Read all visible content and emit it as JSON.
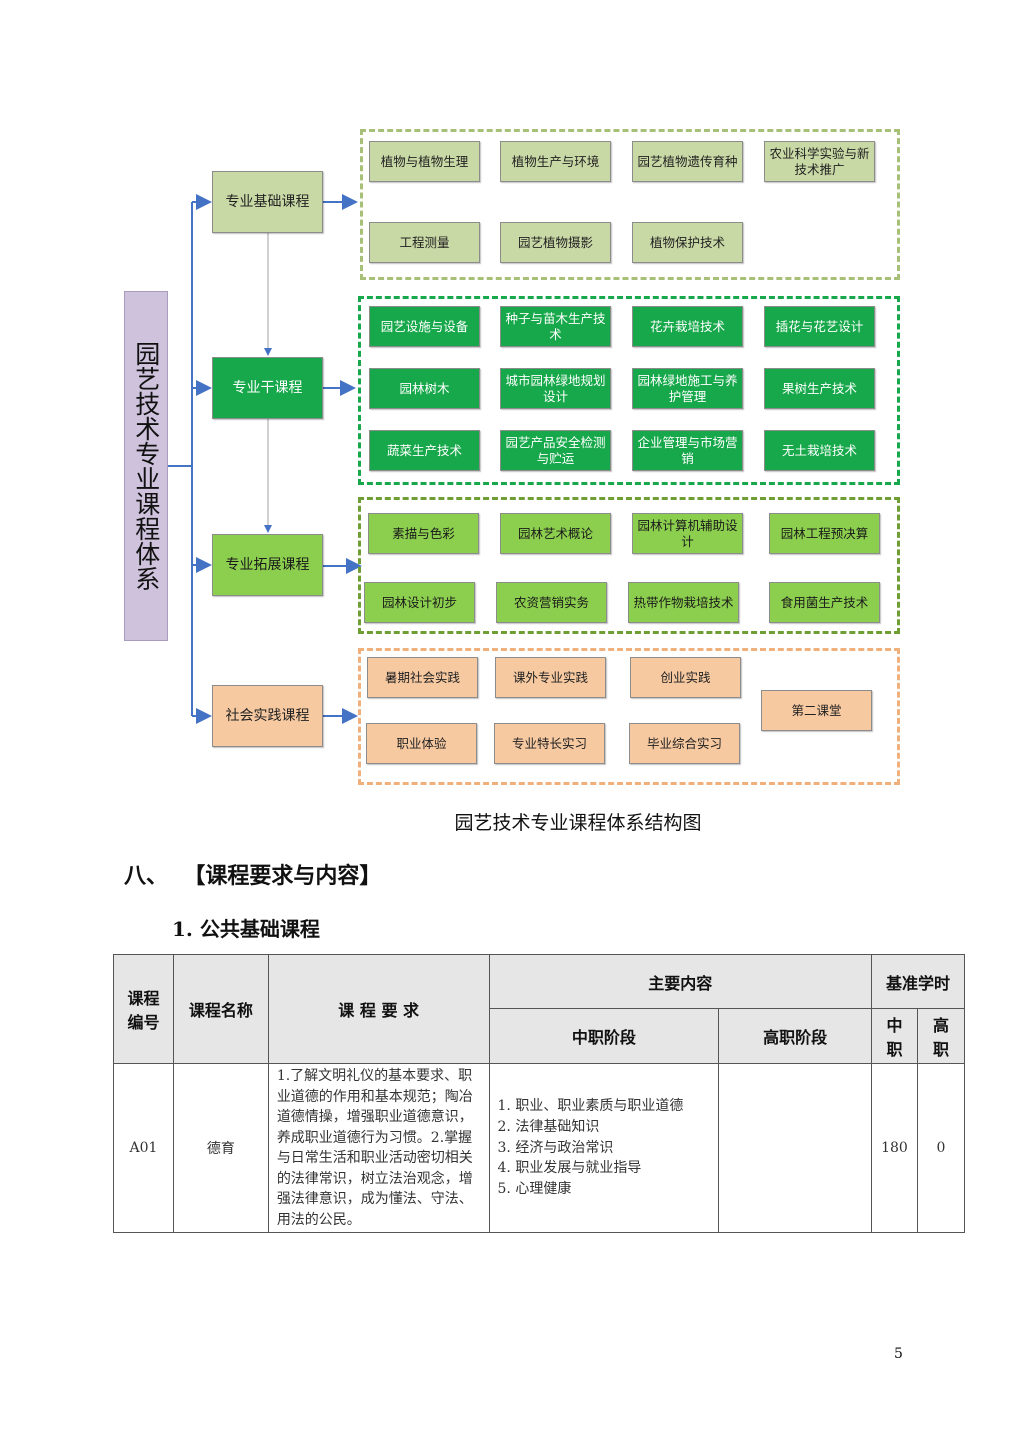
{
  "diagram": {
    "root_title": "园艺技术专业课程体系",
    "categories": [
      {
        "label": "专业基础课程",
        "color": "#c9d9a6"
      },
      {
        "label": "专业干课程",
        "color": "#16a84a"
      },
      {
        "label": "专业拓展课程",
        "color": "#8ccf4e"
      },
      {
        "label": "社会实践课程",
        "color": "#f7c9a1"
      }
    ],
    "groups": [
      {
        "items": [
          "植物与植物生理",
          "植物生产与环境",
          "园艺植物遗传育种",
          "农业科学实验与新技术推广",
          "工程测量",
          "园艺植物摄影",
          "植物保护技术"
        ]
      },
      {
        "items": [
          "园艺设施与设备",
          "种子与苗木生产技术",
          "花卉栽培技术",
          "插花与花艺设计",
          "园林树木",
          "城市园林绿地规划设计",
          "园林绿地施工与养护管理",
          "果树生产技术",
          "蔬菜生产技术",
          "园艺产品安全检测与贮运",
          "企业管理与市场营销",
          "无土栽培技术"
        ]
      },
      {
        "items": [
          "素描与色彩",
          "园林艺术概论",
          "园林计算机辅助设计",
          "园林工程预决算",
          "园林设计初步",
          "农资营销实务",
          "热带作物栽培技术",
          "食用菌生产技术"
        ]
      },
      {
        "items": [
          "暑期社会实践",
          "课外专业实践",
          "创业实践",
          "职业体验",
          "专业特长实习",
          "毕业综合实习",
          "第二课堂"
        ]
      }
    ],
    "caption": "园艺技术专业课程体系结构图",
    "connector_color": "#4472c4"
  },
  "section": {
    "heading": "八、  【课程要求与内容】",
    "subheading": "1. 公共基础课程"
  },
  "table": {
    "headers": {
      "code": "课程编号",
      "name": "课程名称",
      "requirements": "课 程 要 求",
      "main_content": "主要内容",
      "secondary": "中职阶段",
      "higher": "高职阶段",
      "hours": "基准学时",
      "hours_secondary": "中职",
      "hours_higher": "高职"
    },
    "rows": [
      {
        "code": "A01",
        "name": "德育",
        "requirements": "1.了解文明礼仪的基本要求、职业道德的作用和基本规范；陶冶道德情操，增强职业道德意识，养成职业道德行为习惯。2.掌握与日常生活和职业活动密切相关的法律常识，树立法治观念，增强法律意识，成为懂法、守法、用法的公民。",
        "secondary_content": [
          "1. 职业、职业素质与职业道德",
          "2. 法律基础知识",
          "3. 经济与政治常识",
          "4. 职业发展与就业指导",
          "5. 心理健康"
        ],
        "higher_content": "",
        "hours_secondary": "180",
        "hours_higher": "0"
      }
    ]
  },
  "page_number": "5"
}
